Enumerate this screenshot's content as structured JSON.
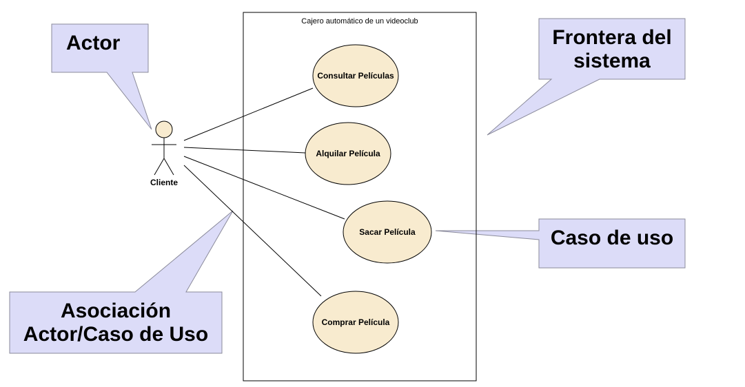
{
  "system": {
    "title": "Cajero automático de un videoclub"
  },
  "actor": {
    "name": "Cliente"
  },
  "use_cases": [
    {
      "label": "Consultar Películas"
    },
    {
      "label": "Alquilar Película"
    },
    {
      "label": "Sacar Película"
    },
    {
      "label": "Comprar Película"
    }
  ],
  "callouts": {
    "actor": "Actor",
    "boundary_line1": "Frontera del",
    "boundary_line2": "sistema",
    "use_case": "Caso de uso",
    "association_line1": "Asociación",
    "association_line2": "Actor/Caso de Uso"
  },
  "colors": {
    "callout_fill": "#DCDCF8",
    "use_case_fill": "#F8EBCF",
    "actor_fill": "#F8EBCF",
    "stroke": "#000000"
  }
}
